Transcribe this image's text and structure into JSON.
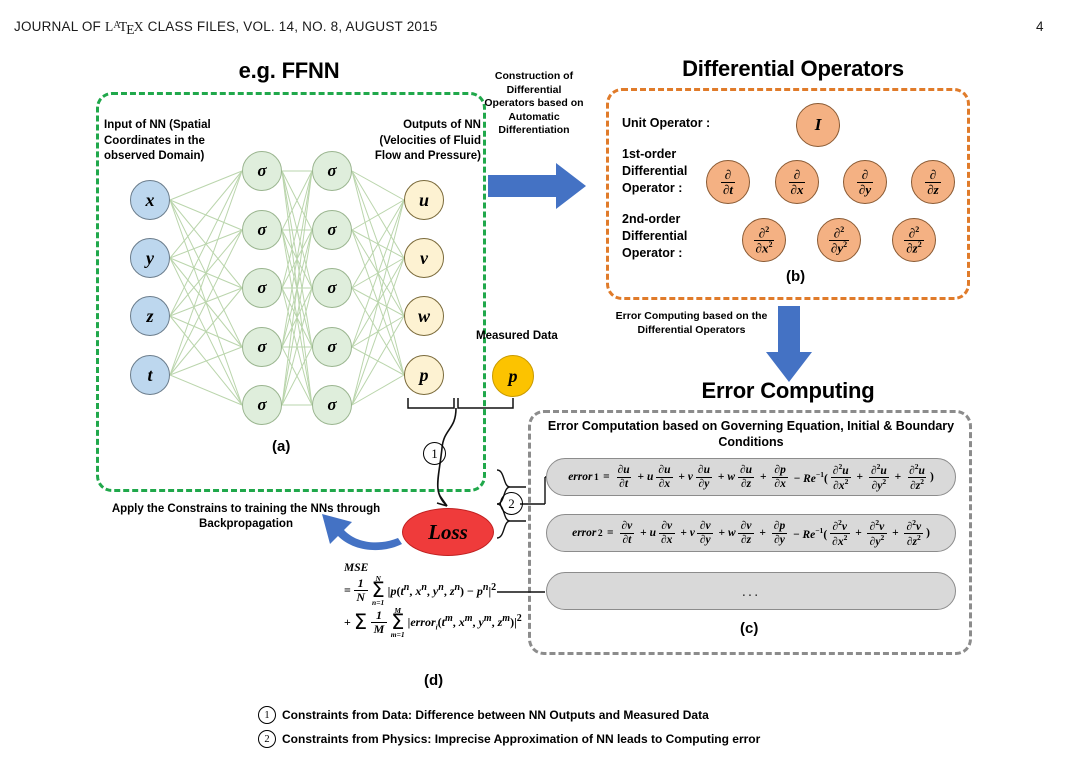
{
  "header": {
    "journal_prefix": "JOURNAL OF ",
    "latex": "LaTeX",
    "journal_suffix": " CLASS FILES, VOL. 14, NO. 8, AUGUST 2015",
    "page_number": "4"
  },
  "panel_a": {
    "title": "e.g. FFNN",
    "letter": "(a)",
    "input_label": "Input of NN (Spatial Coordinates in the observed Domain)",
    "output_label": "Outputs of NN (Velocities of Fluid Flow and Pressure)",
    "input_nodes": [
      "x",
      "y",
      "z",
      "t"
    ],
    "hidden_layer_1": [
      "σ",
      "σ",
      "σ",
      "σ",
      "σ"
    ],
    "hidden_layer_2": [
      "σ",
      "σ",
      "σ",
      "σ",
      "σ"
    ],
    "output_nodes": [
      "u",
      "v",
      "w",
      "p"
    ],
    "border_color": "#20a84b",
    "input_node_color": "#bdd7ee",
    "hidden_node_color": "#dfeedc",
    "output_node_color": "#fdf2d2"
  },
  "measured_data": {
    "label": "Measured Data",
    "node": "p",
    "color": "#fcc300"
  },
  "arrow_construction": {
    "caption": "Construction of Differential Operators based on Automatic Differentiation",
    "color": "#4472c4"
  },
  "panel_b": {
    "title": "Differential Operators",
    "letter": "(b)",
    "border_color": "#e07b2a",
    "node_color": "#f4b183",
    "rows": [
      {
        "label": "Unit Operator :",
        "operators": [
          {
            "num": "I",
            "den": "",
            "order": 0
          }
        ]
      },
      {
        "label": "1st-order Differential Operator :",
        "operators": [
          {
            "num": "∂",
            "den": "∂t",
            "order": 1
          },
          {
            "num": "∂",
            "den": "∂x",
            "order": 1
          },
          {
            "num": "∂",
            "den": "∂y",
            "order": 1
          },
          {
            "num": "∂",
            "den": "∂z",
            "order": 1
          }
        ]
      },
      {
        "label": "2nd-order Differential Operator :",
        "operators": [
          {
            "num": "∂",
            "num_sup": "2",
            "den": "∂x",
            "den_sup": "2",
            "order": 2
          },
          {
            "num": "∂",
            "num_sup": "2",
            "den": "∂y",
            "den_sup": "2",
            "order": 2
          },
          {
            "num": "∂",
            "num_sup": "2",
            "den": "∂z",
            "den_sup": "2",
            "order": 2
          }
        ]
      }
    ]
  },
  "arrow_error": {
    "caption": "Error Computing based on the Differential Operators",
    "color": "#4472c4"
  },
  "panel_c": {
    "title": "Error Computing",
    "letter": "(c)",
    "heading": "Error Computation based on Governing Equation, Initial & Boundary Conditions",
    "border_color": "#8c8c8c",
    "box_color": "#d9d9d9",
    "equations": [
      {
        "name": "error",
        "sub": "1",
        "variable": "u",
        "pressure_term": "p",
        "pressure_den": "∂x",
        "text": "error_1 = ∂u/∂t + u ∂u/∂x + v ∂u/∂y + w ∂u/∂z + ∂p/∂x − Re^-1(∂²u/∂x² + ∂²u/∂y² + ∂²u/∂z²)"
      },
      {
        "name": "error",
        "sub": "2",
        "variable": "v",
        "pressure_term": "p",
        "pressure_den": "∂y",
        "text": "error_2 = ∂v/∂t + u ∂v/∂x + v ∂v/∂y + w ∂v/∂z + ∂p/∂y − Re^-1(∂²v/∂x² + ∂²v/∂y² + ∂²v/∂z²)"
      },
      {
        "text": "..."
      }
    ]
  },
  "loss": {
    "label": "Loss",
    "color": "#ef3b3b"
  },
  "backprop": {
    "caption": "Apply the Constrains to training the NNs through Backpropagation",
    "color": "#4472c4"
  },
  "panel_d": {
    "letter": "(d)",
    "mse_title": "MSE",
    "line1": "= (1/N) Σ(n=1..N) |p(tⁿ, xⁿ, yⁿ, zⁿ) − pⁿ|²",
    "line2": "+ Σ (1/M) Σ(m=1..M) |error_i(tᵐ, xᵐ, yᵐ, zᵐ)|²",
    "sum1": {
      "upper": "N",
      "lower": "n=1",
      "denominator": "N"
    },
    "sum2": {
      "upper": "M",
      "lower": "m=1",
      "denominator": "M"
    }
  },
  "markers": {
    "one": "①",
    "two": "②",
    "one_plain": "1",
    "two_plain": "2"
  },
  "legend": [
    {
      "num": "1",
      "text": "Constraints from Data: Difference between NN Outputs and Measured Data"
    },
    {
      "num": "2",
      "text": "Constraints from Physics: Imprecise Approximation of NN leads to Computing error"
    }
  ]
}
